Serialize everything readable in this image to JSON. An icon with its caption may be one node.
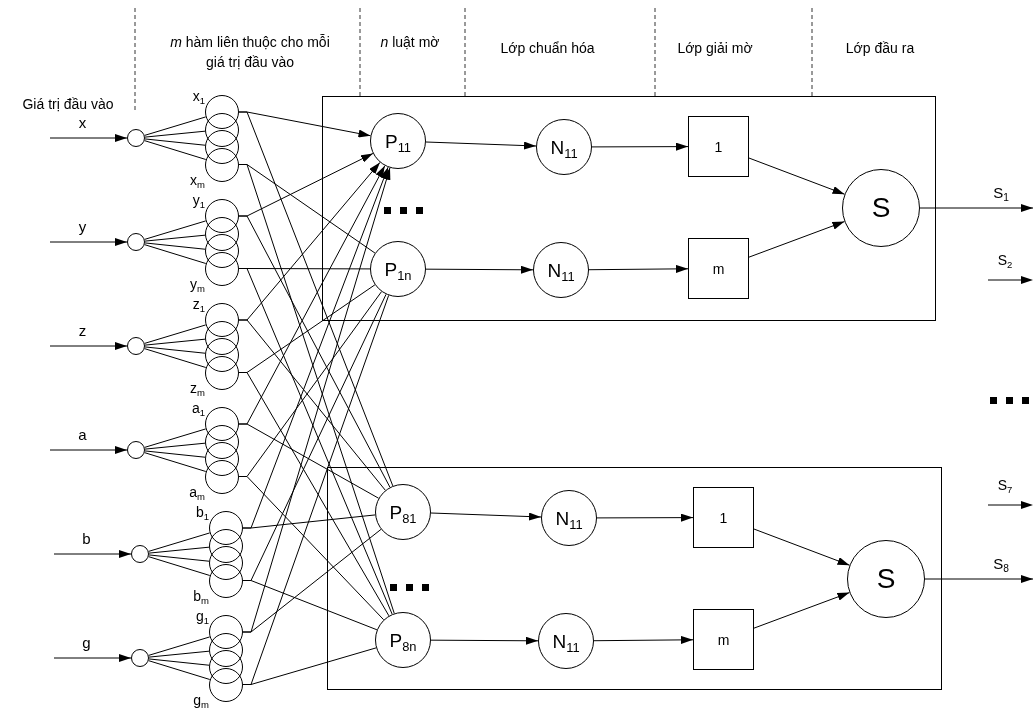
{
  "diagram": {
    "nodes": [
      {
        "text": [],
        "shape": "circle"
      },
      {
        "text": [],
        "shape": "circle",
        "beside": [
          "x$_{1}$"
        ]
      },
      {
        "text": [],
        "shape": "circle"
      },
      {
        "text": [],
        "shape": "circle"
      },
      {
        "text": [],
        "shape": "circle",
        "beside": [
          "x$_{m}$"
        ]
      },
      {
        "text": [],
        "shape": "circle"
      },
      {
        "text": [],
        "shape": "circle",
        "beside": [
          "y$_{1}$"
        ]
      },
      {
        "text": [],
        "shape": "circle"
      },
      {
        "text": [],
        "shape": "circle"
      },
      {
        "text": [],
        "shape": "circle",
        "beside": [
          "y$_{m}$"
        ]
      },
      {
        "text": [],
        "shape": "circle"
      },
      {
        "text": [],
        "shape": "circle",
        "beside": [
          "z$_{1}$"
        ]
      },
      {
        "text": [],
        "shape": "circle"
      },
      {
        "text": [],
        "shape": "circle"
      },
      {
        "text": [],
        "shape": "circle",
        "beside": [
          "z$_{m}$"
        ]
      },
      {
        "text": [],
        "shape": "circle"
      },
      {
        "text": [],
        "shape": "circle",
        "beside": [
          "a$_{1}$"
        ]
      },
      {
        "text": [],
        "shape": "circle"
      },
      {
        "text": [],
        "shape": "circle"
      },
      {
        "text": [],
        "shape": "circle",
        "beside": [
          "a$_{m}$"
        ]
      },
      {
        "text": [],
        "shape": "circle"
      },
      {
        "text": [],
        "shape": "circle",
        "beside": [
          "b$_{1}$"
        ]
      },
      {
        "text": [],
        "shape": "circle"
      },
      {
        "text": [],
        "shape": "circle"
      },
      {
        "text": [],
        "shape": "circle",
        "beside": [
          "b$_{m}$"
        ]
      },
      {
        "text": [],
        "shape": "circle"
      },
      {
        "text": [],
        "shape": "circle",
        "beside": [
          "g$_{1}$"
        ]
      },
      {
        "text": [],
        "shape": "circle"
      },
      {
        "text": [],
        "shape": "circle"
      },
      {
        "text": [],
        "shape": "circle",
        "beside": [
          "g$_{m}$"
        ]
      },
      {
        "text": [],
        "shape": "box"
      },
      {
        "text": [
          "P$_{11}$"
        ],
        "in": 30
      },
      {
        "text": [
          "P$_{1n}$"
        ],
        "in": 30
      },
      {
        "text": [
          "N$_{11}$"
        ],
        "in": 30
      },
      {
        "text": [
          "N$_{11}$"
        ],
        "in": 30
      },
      {
        "text": [
          "1"
        ],
        "in": 30
      },
      {
        "text": [
          "m"
        ],
        "in": 30
      },
      {
        "text": [
          "S"
        ],
        "in": 30
      },
      {
        "text": [],
        "shape": "box"
      },
      {
        "text": [
          "P$_{81}$"
        ],
        "in": 38
      },
      {
        "text": [
          "P$_{8n}$"
        ],
        "in": 38
      },
      {
        "text": [
          "N$_{11}$"
        ],
        "in": 38
      },
      {
        "text": [
          "N$_{11}$"
        ],
        "in": 38
      },
      {
        "text": [
          "1"
        ],
        "in": 38
      },
      {
        "text": [
          "m"
        ],
        "in": 38
      },
      {
        "text": [
          "S"
        ],
        "in": 38
      }
    ],
    "edges": [
      {
        "from": null,
        "to": 0,
        "arrow": "to",
        "label": "x"
      },
      {
        "from": 0,
        "to": 1,
        "arrow": "none"
      },
      {
        "from": 0,
        "to": 2,
        "arrow": "none"
      },
      {
        "from": 0,
        "to": 3,
        "arrow": "none"
      },
      {
        "from": 0,
        "to": 4,
        "arrow": "none"
      },
      {
        "from": null,
        "to": 5,
        "arrow": "to",
        "label": "y"
      },
      {
        "from": 5,
        "to": 6,
        "arrow": "none"
      },
      {
        "from": 5,
        "to": 7,
        "arrow": "none"
      },
      {
        "from": 5,
        "to": 8,
        "arrow": "none"
      },
      {
        "from": 5,
        "to": 9,
        "arrow": "none"
      },
      {
        "from": null,
        "to": 10,
        "arrow": "to",
        "label": "z"
      },
      {
        "from": 10,
        "to": 11,
        "arrow": "none"
      },
      {
        "from": 10,
        "to": 12,
        "arrow": "none"
      },
      {
        "from": 10,
        "to": 13,
        "arrow": "none"
      },
      {
        "from": 10,
        "to": 14,
        "arrow": "none"
      },
      {
        "from": null,
        "to": 15,
        "arrow": "to",
        "label": "a"
      },
      {
        "from": 15,
        "to": 16,
        "arrow": "none"
      },
      {
        "from": 15,
        "to": 17,
        "arrow": "none"
      },
      {
        "from": 15,
        "to": 18,
        "arrow": "none"
      },
      {
        "from": 15,
        "to": 19,
        "arrow": "none"
      },
      {
        "from": null,
        "to": 20,
        "arrow": "to",
        "label": "b"
      },
      {
        "from": 20,
        "to": 21,
        "arrow": "none"
      },
      {
        "from": 20,
        "to": 22,
        "arrow": "none"
      },
      {
        "from": 20,
        "to": 23,
        "arrow": "none"
      },
      {
        "from": 20,
        "to": 24,
        "arrow": "none"
      },
      {
        "from": null,
        "to": 25,
        "arrow": "to",
        "label": "g"
      },
      {
        "from": 25,
        "to": 26,
        "arrow": "none"
      },
      {
        "from": 25,
        "to": 27,
        "arrow": "none"
      },
      {
        "from": 25,
        "to": 28,
        "arrow": "none"
      },
      {
        "from": 25,
        "to": 29,
        "arrow": "none"
      },
      {
        "from": 1,
        "to": 31,
        "arrow": "to"
      },
      {
        "from": 1,
        "to": 39,
        "arrow": "none"
      },
      {
        "from": 4,
        "to": 32,
        "arrow": "none"
      },
      {
        "from": 4,
        "to": 40,
        "arrow": "none"
      },
      {
        "from": 6,
        "to": 31,
        "arrow": "to"
      },
      {
        "from": 6,
        "to": 39,
        "arrow": "none"
      },
      {
        "from": 9,
        "to": 32,
        "arrow": "none"
      },
      {
        "from": 9,
        "to": 40,
        "arrow": "none"
      },
      {
        "from": 11,
        "to": 31,
        "arrow": "to"
      },
      {
        "from": 11,
        "to": 39,
        "arrow": "none"
      },
      {
        "from": 14,
        "to": 32,
        "arrow": "none"
      },
      {
        "from": 14,
        "to": 40,
        "arrow": "none"
      },
      {
        "from": 16,
        "to": 31,
        "arrow": "to"
      },
      {
        "from": 16,
        "to": 39,
        "arrow": "none"
      },
      {
        "from": 19,
        "to": 32,
        "arrow": "none"
      },
      {
        "from": 19,
        "to": 40,
        "arrow": "none"
      },
      {
        "from": 21,
        "to": 31,
        "arrow": "to"
      },
      {
        "from": 21,
        "to": 39,
        "arrow": "none"
      },
      {
        "from": 24,
        "to": 32,
        "arrow": "none"
      },
      {
        "from": 24,
        "to": 40,
        "arrow": "none"
      },
      {
        "from": 26,
        "to": 31,
        "arrow": "to"
      },
      {
        "from": 26,
        "to": 39,
        "arrow": "none"
      },
      {
        "from": 29,
        "to": 32,
        "arrow": "none"
      },
      {
        "from": 29,
        "to": 40,
        "arrow": "none"
      },
      {
        "from": 31,
        "to": 33,
        "arrow": "to"
      },
      {
        "from": 32,
        "to": 34,
        "arrow": "to"
      },
      {
        "from": 33,
        "to": 35,
        "arrow": "to"
      },
      {
        "from": 34,
        "to": 36,
        "arrow": "to"
      },
      {
        "from": 35,
        "to": 37,
        "arrow": "to"
      },
      {
        "from": 36,
        "to": 37,
        "arrow": "to"
      },
      {
        "from": 37,
        "to": null,
        "arrow": "to",
        "label": "S$_{1}$"
      },
      {
        "from": 39,
        "to": 41,
        "arrow": "to"
      },
      {
        "from": 40,
        "to": 42,
        "arrow": "to"
      },
      {
        "from": 41,
        "to": 43,
        "arrow": "to"
      },
      {
        "from": 42,
        "to": 44,
        "arrow": "to"
      },
      {
        "from": 43,
        "to": 45,
        "arrow": "to"
      },
      {
        "from": 44,
        "to": 45,
        "arrow": "to"
      },
      {
        "from": 45,
        "to": null,
        "arrow": "to",
        "label": "S$_{8}$"
      }
    ],
    "labels": [
      "Giá trị đầu vào",
      "*m* hàm liên thuộc cho mỗi giá trị đầu vào",
      "*n* luật mờ",
      "Lớp chuẩn hóa",
      "Lớp giải mờ",
      "Lớp đầu ra",
      "S$_{2}$",
      "S$_{7}$"
    ]
  }
}
